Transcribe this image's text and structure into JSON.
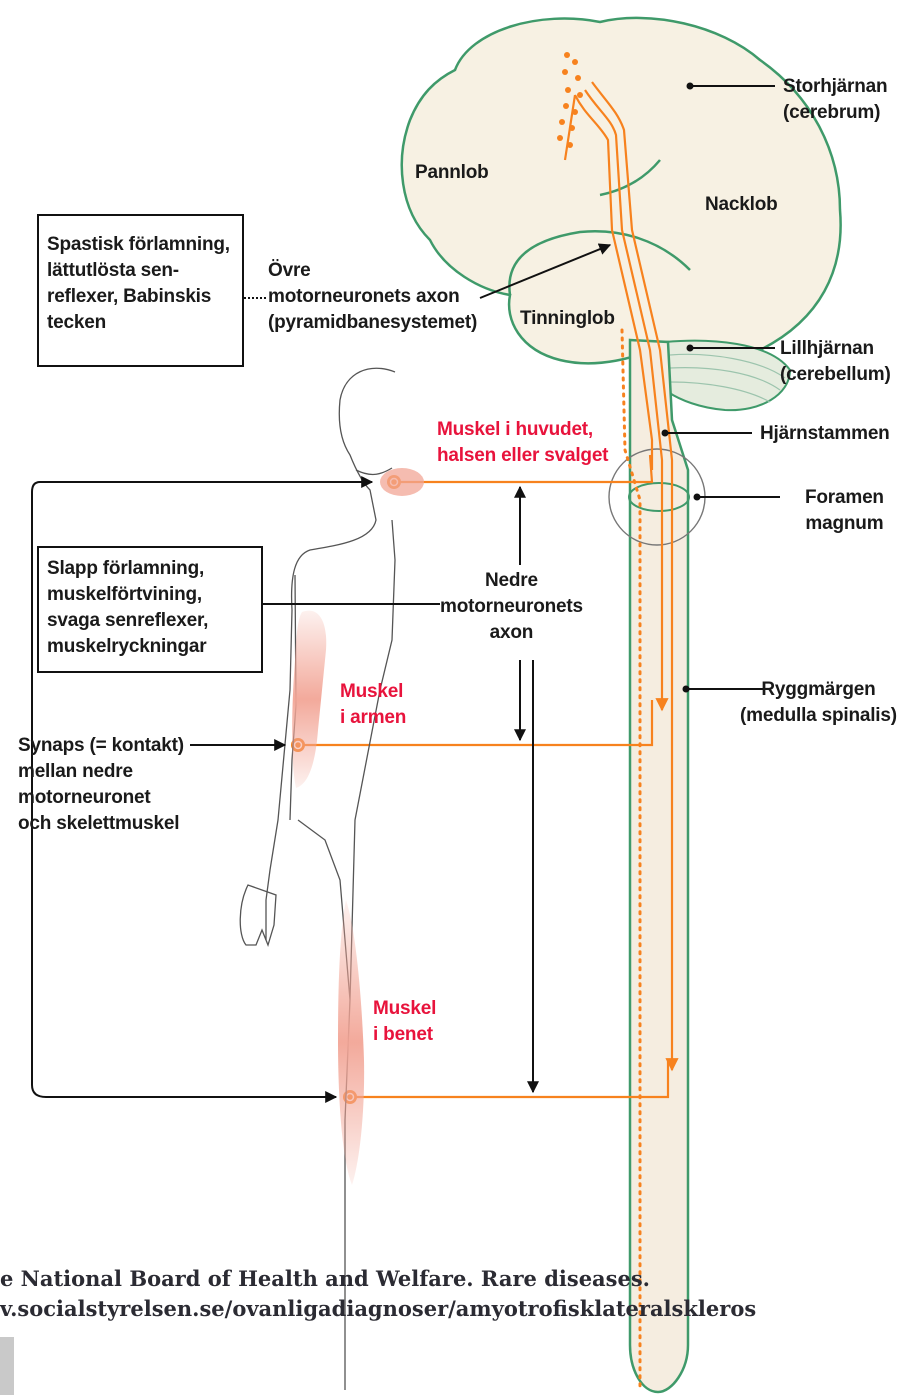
{
  "brain_labels": {
    "storhjarnan": "Storhjärnan\n(cerebrum)",
    "pannlob": "Pannlob",
    "nacklob": "Nacklob",
    "tinninglob": "Tinninglob",
    "lillhjarnan": "Lillhjärnan\n(cerebellum)",
    "hjarnstammen": "Hjärnstammen",
    "foramen": "Foramen\nmagnum",
    "ryggmargen": "Ryggmärgen\n(medulla spinalis)"
  },
  "neuron_labels": {
    "ovre": "Övre\nmotorneuronets axon\n(pyramidbanesystemet)",
    "nedre": "Nedre\nmotorneuronets\naxon",
    "synaps": "Synaps (= kontakt)\nmellan nedre\nmotorneuronet\noch skelettmuskel"
  },
  "boxes": {
    "spastisk": "Spastisk förlamning,\nlättutlösta sen-\nreflexer, Babinskis\ntecken",
    "slapp": "Slapp förlamning,\nmuskelförtvining,\nsvaga senreflexer,\nmuskelryckningar"
  },
  "muscle_labels": {
    "huvud": "Muskel i huvudet,\nhalsen eller svalget",
    "arm": "Muskel\ni armen",
    "ben": "Muskel\ni benet"
  },
  "source": {
    "line1": "e National Board of Health and Welfare. Rare diseases.",
    "line2": "v.socialstyrelsen.se/ovanligadiagnoser/amyotrofisklateralskleros"
  },
  "colors": {
    "orange": "#f7821e",
    "green": "#3f9a6a",
    "red_label": "#e8133c",
    "cord_fill": "#f5ede0",
    "muscle_pink": "#f2a596"
  }
}
